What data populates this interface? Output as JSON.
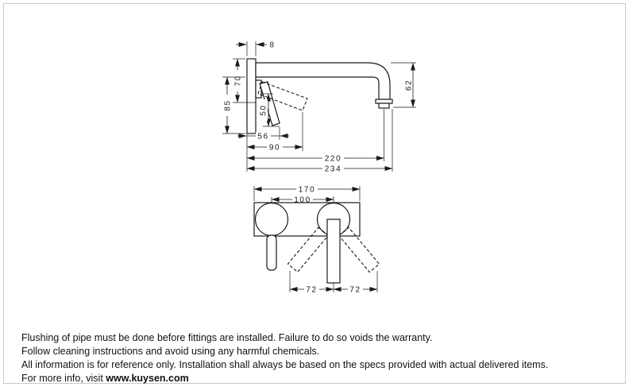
{
  "page": {
    "background": "#ffffff",
    "border_color": "#c9c9c9",
    "ink_color": "#1a1a1a"
  },
  "drawing": {
    "side_view_dims": {
      "d8": "8",
      "d70": "70",
      "d85": "85",
      "d50": "50",
      "d62": "62",
      "d56": "56",
      "d90": "90",
      "d220": "220",
      "d234": "234"
    },
    "front_view_dims": {
      "d170": "170",
      "d100": "100",
      "d72_left": "72",
      "d72_right": "72"
    }
  },
  "notes": {
    "line1": "Flushing of pipe must be done before fittings are installed. Failure to do so voids the warranty.",
    "line2": "Follow cleaning instructions and avoid using any harmful chemicals.",
    "line3": "All information is for reference only. Installation shall always be based on the specs provided with actual delivered items.",
    "line4_prefix": "For more info, visit ",
    "line4_site": "www.kuysen.com"
  }
}
